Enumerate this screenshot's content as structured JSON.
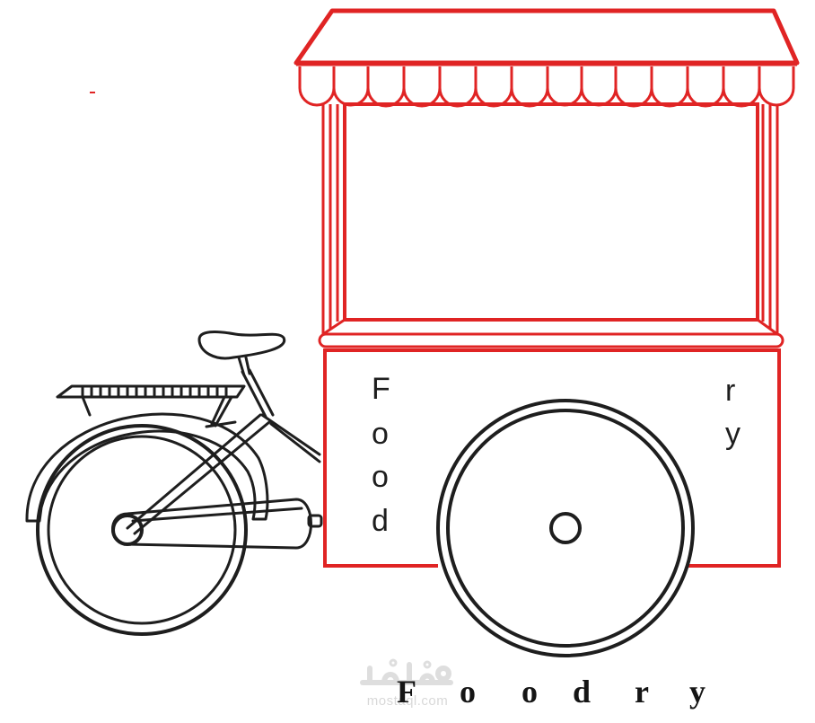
{
  "cart_label": {
    "left_letters": [
      "F",
      "o",
      "o",
      "d"
    ],
    "right_letters": [
      "r",
      "y"
    ]
  },
  "brand": {
    "letters": [
      "F",
      "o",
      "o",
      "d",
      "r",
      "y"
    ]
  },
  "watermark": {
    "latin": "mostaql.com",
    "arabic_logo": "مستقل"
  },
  "colors": {
    "cart_red": "#e02424",
    "outline_dark": "#1e1e1e"
  }
}
